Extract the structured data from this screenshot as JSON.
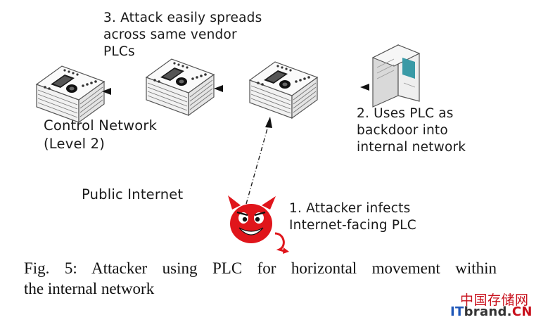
{
  "labels": {
    "step3": [
      "3. Attack easily spreads",
      "across same vendor",
      "PLCs"
    ],
    "step2": [
      "2. Uses PLC as",
      "backdoor into",
      "internal network"
    ],
    "step1": [
      "1. Attacker infects",
      "Internet-facing PLC"
    ],
    "control_network": [
      "Control Network",
      "(Level 2)"
    ],
    "public_internet": "Public Internet"
  },
  "caption": [
    "Fig. 5: Attacker using PLC for horizontal movement within",
    "the internal network"
  ],
  "watermark": {
    "chinese": "中国存储网",
    "brand_it": "IT",
    "brand_mid": "brand.",
    "brand_cn": "CN"
  },
  "icons": [
    "plc-icon",
    "server-icon",
    "devil-icon"
  ],
  "colors": {
    "devil": "#e0151b",
    "server_teal": "#3a9aa6",
    "line": "#222222"
  }
}
